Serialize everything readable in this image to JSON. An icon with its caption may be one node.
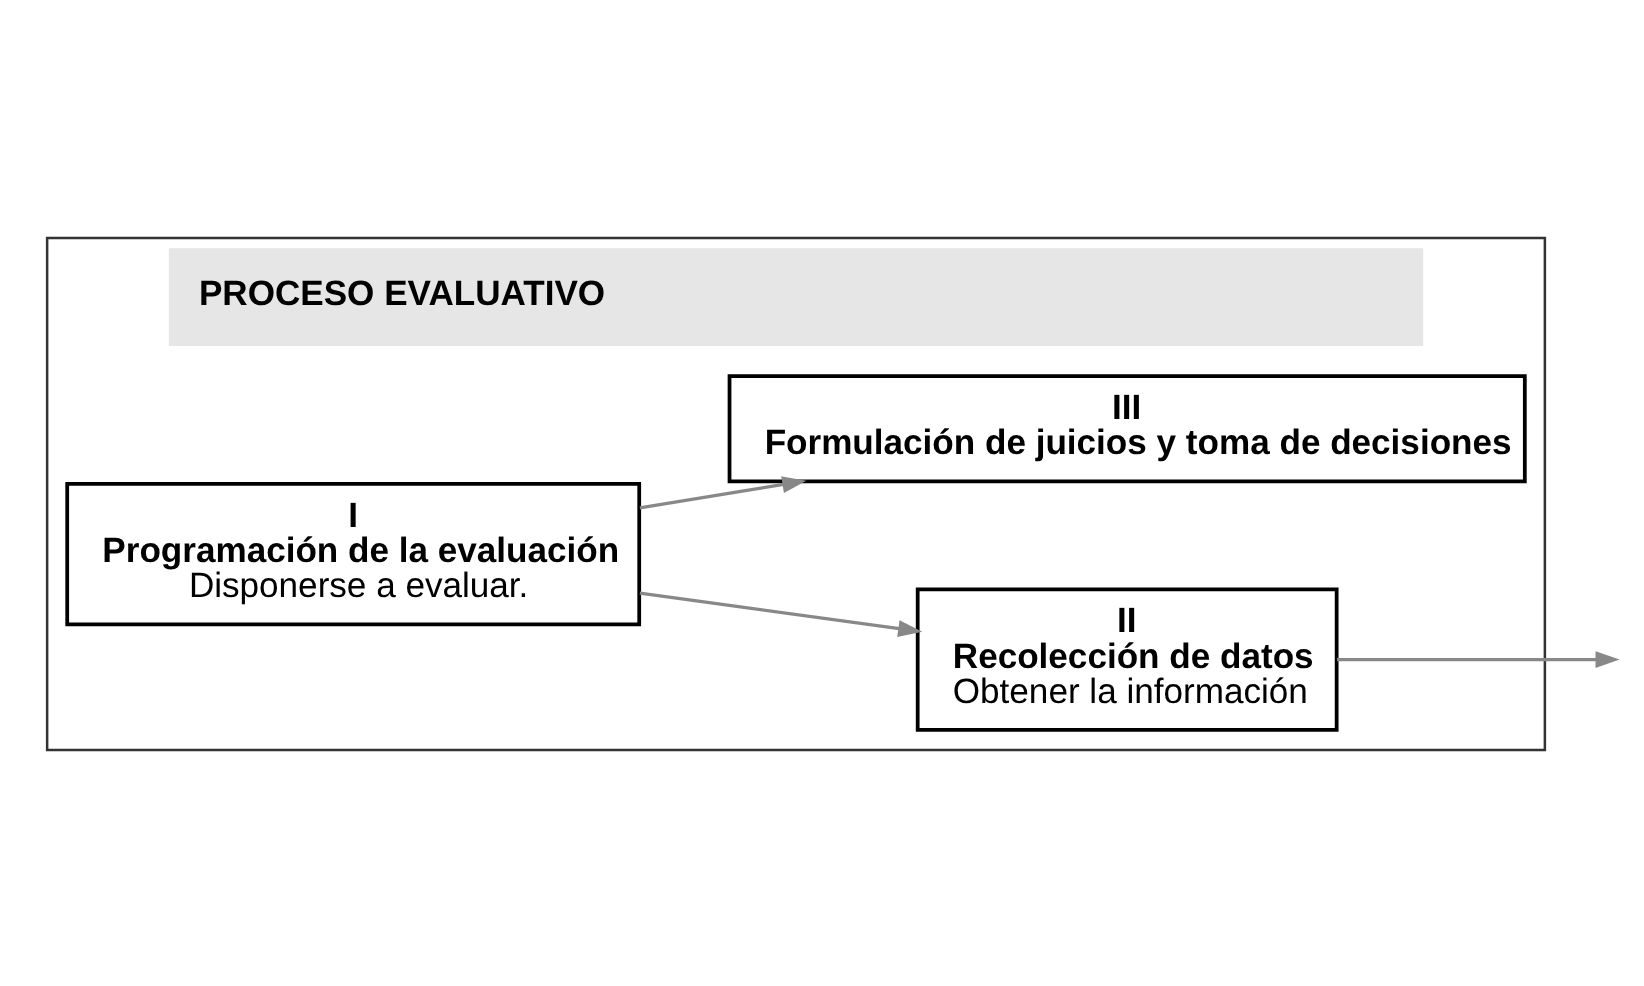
{
  "diagram": {
    "nodes": [
      {
        "text": [
          "PROCESO EVALUATIVO"
        ]
      },
      {
        "text": [
          "I",
          "Programación de la evaluación",
          "Disponerse a evaluar."
        ],
        "in": 0
      },
      {
        "text": [
          "II",
          "Recolección de datos",
          "Obtener la información"
        ],
        "in": 0
      },
      {
        "text": [
          "III",
          "Formulación de juicios y toma de decisiones"
        ],
        "in": 0
      }
    ],
    "edges": [
      {
        "from": 1,
        "to": 2,
        "arrow": "to"
      },
      {
        "from": 1,
        "to": 3,
        "arrow": "to"
      },
      {
        "from": 2,
        "to": null,
        "arrow": "to"
      }
    ]
  }
}
